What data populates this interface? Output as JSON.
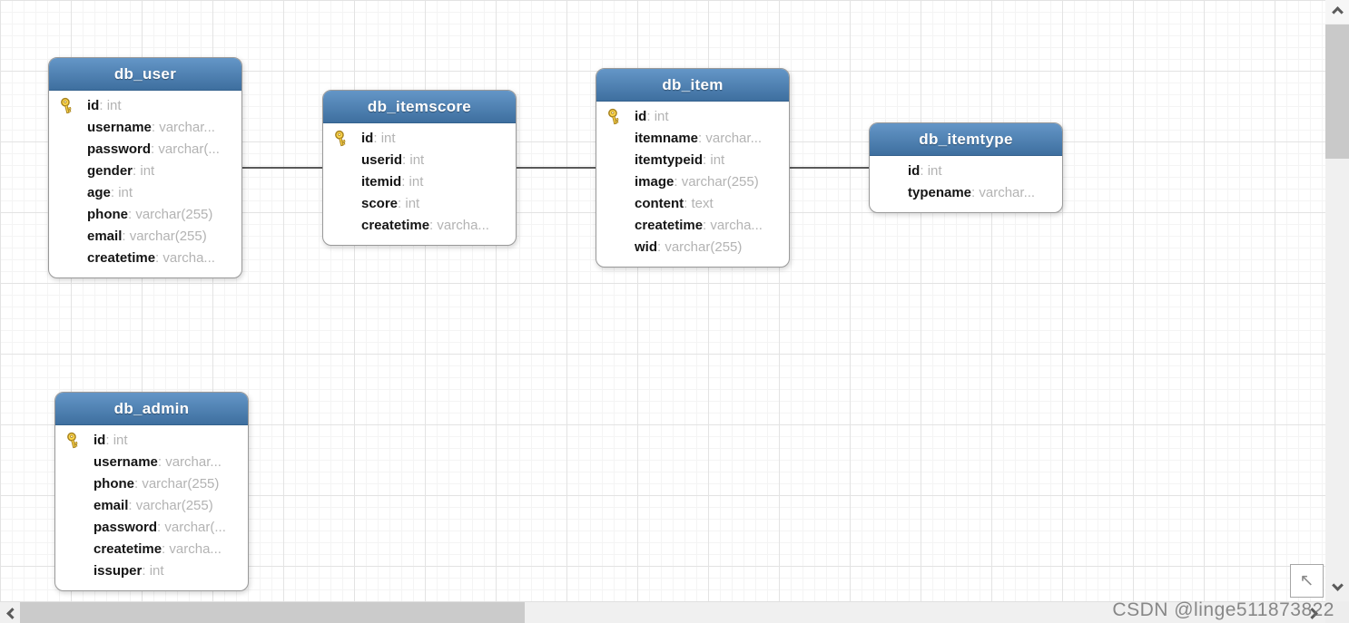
{
  "diagram": {
    "tables": [
      {
        "name": "db_user",
        "fields": [
          {
            "pk": true,
            "name": "id",
            "type": "int"
          },
          {
            "pk": false,
            "name": "username",
            "type": "varchar..."
          },
          {
            "pk": false,
            "name": "password",
            "type": "varchar(..."
          },
          {
            "pk": false,
            "name": "gender",
            "type": "int"
          },
          {
            "pk": false,
            "name": "age",
            "type": "int"
          },
          {
            "pk": false,
            "name": "phone",
            "type": "varchar(255)"
          },
          {
            "pk": false,
            "name": "email",
            "type": "varchar(255)"
          },
          {
            "pk": false,
            "name": "createtime",
            "type": "varcha..."
          }
        ]
      },
      {
        "name": "db_itemscore",
        "fields": [
          {
            "pk": true,
            "name": "id",
            "type": "int"
          },
          {
            "pk": false,
            "name": "userid",
            "type": "int"
          },
          {
            "pk": false,
            "name": "itemid",
            "type": "int"
          },
          {
            "pk": false,
            "name": "score",
            "type": "int"
          },
          {
            "pk": false,
            "name": "createtime",
            "type": "varcha..."
          }
        ]
      },
      {
        "name": "db_item",
        "fields": [
          {
            "pk": true,
            "name": "id",
            "type": "int"
          },
          {
            "pk": false,
            "name": "itemname",
            "type": "varchar..."
          },
          {
            "pk": false,
            "name": "itemtypeid",
            "type": "int"
          },
          {
            "pk": false,
            "name": "image",
            "type": "varchar(255)"
          },
          {
            "pk": false,
            "name": "content",
            "type": "text"
          },
          {
            "pk": false,
            "name": "createtime",
            "type": "varcha..."
          },
          {
            "pk": false,
            "name": "wid",
            "type": "varchar(255)"
          }
        ]
      },
      {
        "name": "db_itemtype",
        "fields": [
          {
            "pk": false,
            "name": "id",
            "type": "int"
          },
          {
            "pk": false,
            "name": "typename",
            "type": "varchar..."
          }
        ]
      },
      {
        "name": "db_admin",
        "fields": [
          {
            "pk": true,
            "name": "id",
            "type": "int"
          },
          {
            "pk": false,
            "name": "username",
            "type": "varchar..."
          },
          {
            "pk": false,
            "name": "phone",
            "type": "varchar(255)"
          },
          {
            "pk": false,
            "name": "email",
            "type": "varchar(255)"
          },
          {
            "pk": false,
            "name": "password",
            "type": "varchar(..."
          },
          {
            "pk": false,
            "name": "createtime",
            "type": "varcha..."
          },
          {
            "pk": false,
            "name": "issuper",
            "type": "int"
          }
        ]
      }
    ],
    "connections": [
      {
        "from": "db_user",
        "to": "db_itemscore"
      },
      {
        "from": "db_itemscore",
        "to": "db_item"
      },
      {
        "from": "db_item",
        "to": "db_itemtype"
      }
    ]
  },
  "icons": {
    "primary_key": "gold-key-icon",
    "origin_glyph": "↖",
    "scroll_up": "chevron-up",
    "scroll_down": "chevron-down",
    "scroll_left": "chevron-left",
    "scroll_right": "chevron-right"
  },
  "colors": {
    "header_gradient_top": "#6496c7",
    "header_gradient_bottom": "#3e6f9f",
    "card_border": "#999999",
    "field_name_text": "#151515",
    "field_type_text": "#b3b3b3",
    "connector": "#595959",
    "key_gold": "#ffd84d",
    "scroll_thumb": "#c9c9c9",
    "scroll_track": "#f0f0f0"
  },
  "watermark": "CSDN @linge511873822"
}
